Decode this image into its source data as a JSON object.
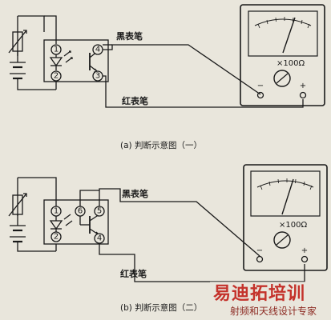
{
  "panels": [
    {
      "caption": "(a) 判断示意图（一）",
      "black_probe_label": "黑表笔",
      "red_probe_label": "红表笔",
      "pins": [
        "1",
        "2",
        "3",
        "4"
      ],
      "meter_unit": "×100Ω",
      "meter_neg": "−",
      "meter_pos": "+"
    },
    {
      "caption": "(b) 判断示意图（二）",
      "black_probe_label": "黑表笔",
      "red_probe_label": "红表笔",
      "pins": [
        "1",
        "2",
        "6",
        "5",
        "4"
      ],
      "meter_unit": "×100Ω",
      "meter_neg": "−",
      "meter_pos": "+"
    }
  ],
  "watermark": {
    "brand": "易迪拓培训",
    "tagline": "射频和天线设计专家"
  },
  "colors": {
    "ink": "#1a1a1a",
    "paper": "#e9e6dc",
    "watermark_red": "#c4322b"
  }
}
